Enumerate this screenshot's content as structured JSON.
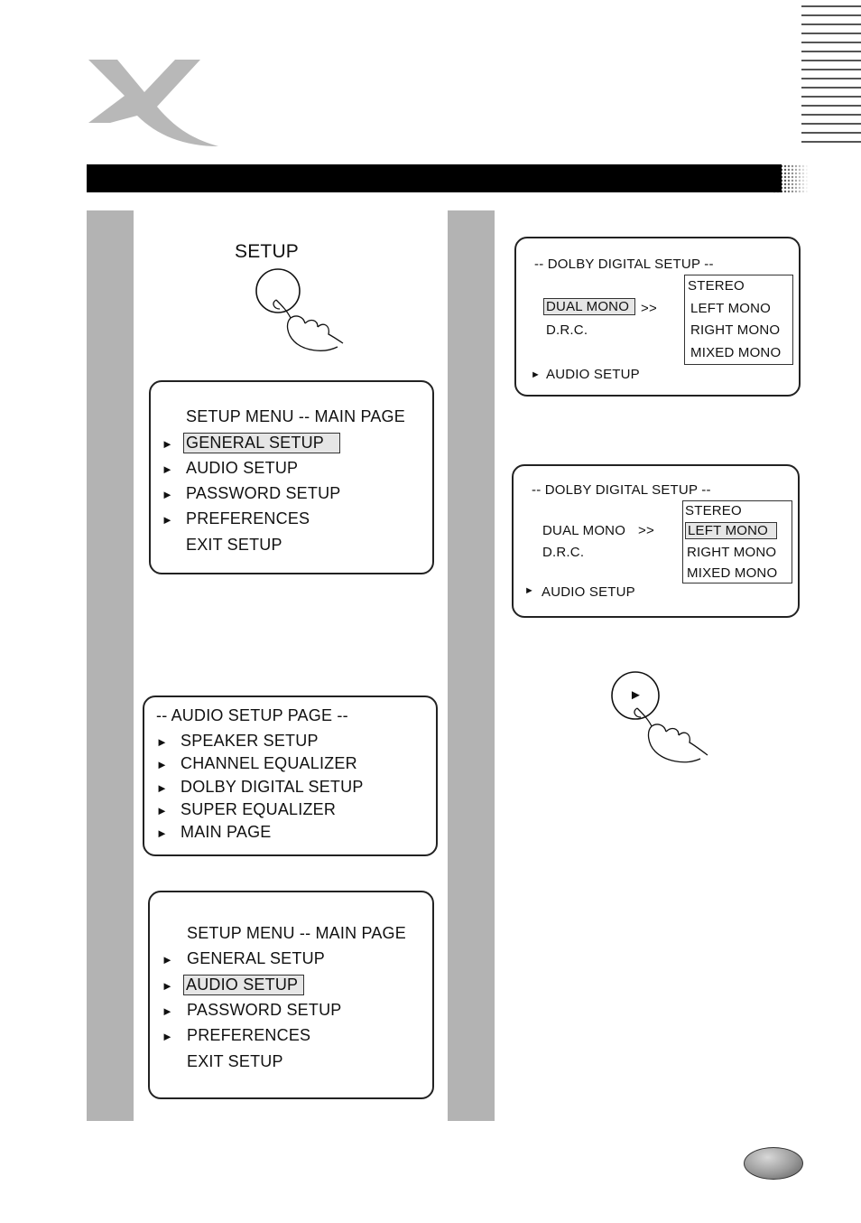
{
  "setup_button": {
    "label": "SETUP"
  },
  "main_menu_1": {
    "title": "SETUP MENU -- MAIN PAGE",
    "items": [
      "GENERAL  SETUP",
      "AUDIO SETUP",
      "PASSWORD SETUP",
      "PREFERENCES",
      "EXIT SETUP"
    ],
    "selected_index": 0
  },
  "audio_page": {
    "title": "-- AUDIO SETUP PAGE --",
    "items": [
      "SPEAKER SETUP",
      "CHANNEL EQUALIZER",
      "DOLBY DIGITAL SETUP",
      "SUPER EQUALIZER",
      "MAIN PAGE"
    ]
  },
  "main_menu_2": {
    "title": "SETUP MENU -- MAIN PAGE",
    "items": [
      "GENERAL  SETUP",
      "AUDIO SETUP",
      "PASSWORD SETUP",
      "PREFERENCES",
      "EXIT SETUP"
    ],
    "selected_index": 1
  },
  "dolby_1": {
    "title": "-- DOLBY DIGITAL SETUP --",
    "dual_mono": "DUAL MONO",
    "arrows": ">>",
    "drc": "D.R.C.",
    "audio_setup": "AUDIO SETUP",
    "options": [
      "STEREO",
      "LEFT MONO",
      "RIGHT MONO",
      "MIXED MONO"
    ]
  },
  "dolby_2": {
    "title": "-- DOLBY DIGITAL SETUP --",
    "dual_mono": "DUAL MONO",
    "arrows": ">>",
    "drc": "D.R.C.",
    "audio_setup": "AUDIO SETUP",
    "options": [
      "STEREO",
      "LEFT MONO",
      "RIGHT MONO",
      "MIXED MONO"
    ],
    "selected_index": 1
  },
  "icons": {
    "pointer": "►",
    "play": "►"
  }
}
